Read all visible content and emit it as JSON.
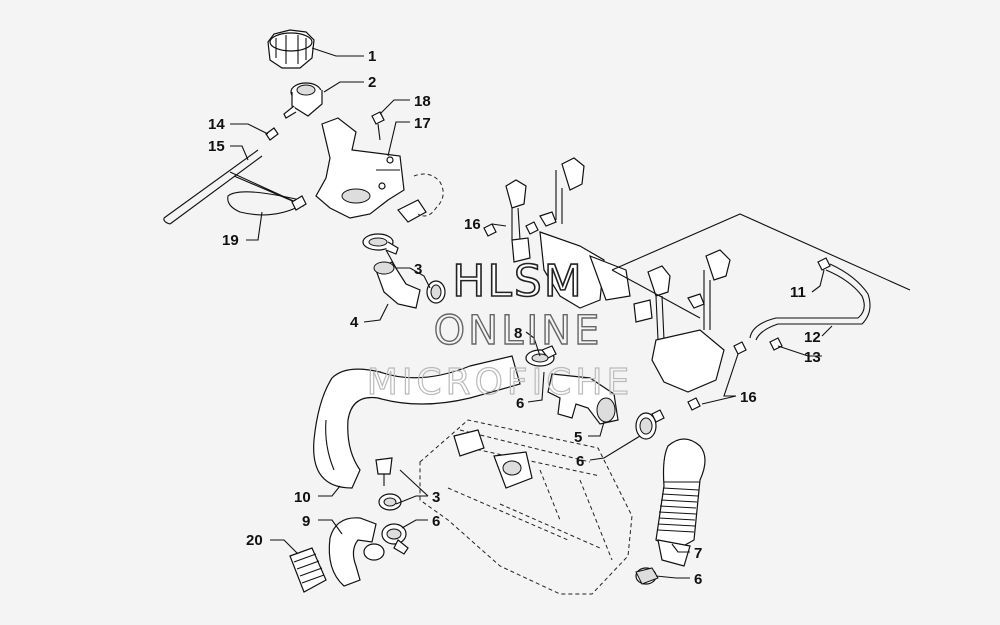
{
  "callouts": [
    "1",
    "2",
    "3",
    "4",
    "5",
    "6",
    "7",
    "8",
    "9",
    "10",
    "11",
    "12",
    "13",
    "14",
    "15",
    "16",
    "17",
    "18",
    "19",
    "20"
  ],
  "watermark": {
    "line1": "HLSM",
    "line2": "ONLINE",
    "line3": "MICROFICHE"
  }
}
